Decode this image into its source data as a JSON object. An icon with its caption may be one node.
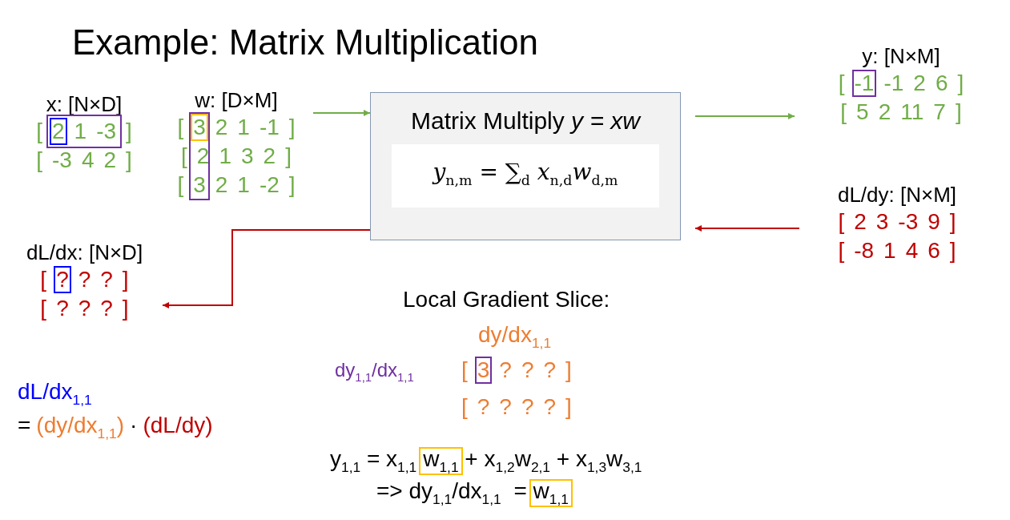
{
  "diagram": {
    "title": "Example: Matrix Multiplication",
    "nodes": [
      {
        "text": [
          "x: [N×D]",
          "[ 2 1 -3 ]",
          "[ -3 4 2 ]"
        ]
      },
      {
        "text": [
          "w: [D×M]",
          "[ 3 2 1 -1 ]",
          "[ 2 1 3 2 ]",
          "[ 3 2 1 -2 ]"
        ]
      },
      {
        "text": [
          "Matrix Multiply *y = xw*",
          "*y*$_{n,m}$ = ∑$_{d}$ *x*$_{n,d}$*w*$_{d,m}$"
        ]
      },
      {
        "text": [
          "y: [N×M]",
          "[ -1 -1 2 6 ]",
          "[ 5 2 11 7 ]"
        ]
      },
      {
        "text": [
          "dL/dy: [N×M]",
          "[ 2 3 -3 9 ]",
          "[ -8 1 4 6 ]"
        ]
      },
      {
        "text": [
          "dL/dx: [N×D]",
          "[ ? ? ? ]",
          "[ ? ? ? ]"
        ]
      }
    ],
    "edges": [
      {
        "from": 1,
        "to": 2,
        "arrow": "to",
        "color": "#70ad47"
      },
      {
        "from": 2,
        "to": 3,
        "arrow": "to",
        "color": "#70ad47"
      },
      {
        "from": 4,
        "to": 2,
        "arrow": "to",
        "color": "#c00000"
      },
      {
        "from": 2,
        "to": 5,
        "arrow": "to",
        "color": "#c00000"
      }
    ],
    "labels": [
      "Local Gradient Slice:",
      "dy/dx$_{1,1}$",
      "dy$_{1,1}$/dx$_{1,1}$",
      "[ 3 ? ? ? ]",
      "[ ? ? ? ? ]",
      "dL/dx$_{1,1}$",
      "= (dy/dx$_{1,1}$) · (dL/dy)",
      "y$_{1,1}$ = x$_{1,1}$w$_{1,1}$ + x$_{1,2}$w$_{2,1}$ +  x$_{1,3}$w$_{3,1}$",
      "=> dy$_{1,1}$/dx$_{1,1}$ = w$_{1,1}$"
    ]
  }
}
